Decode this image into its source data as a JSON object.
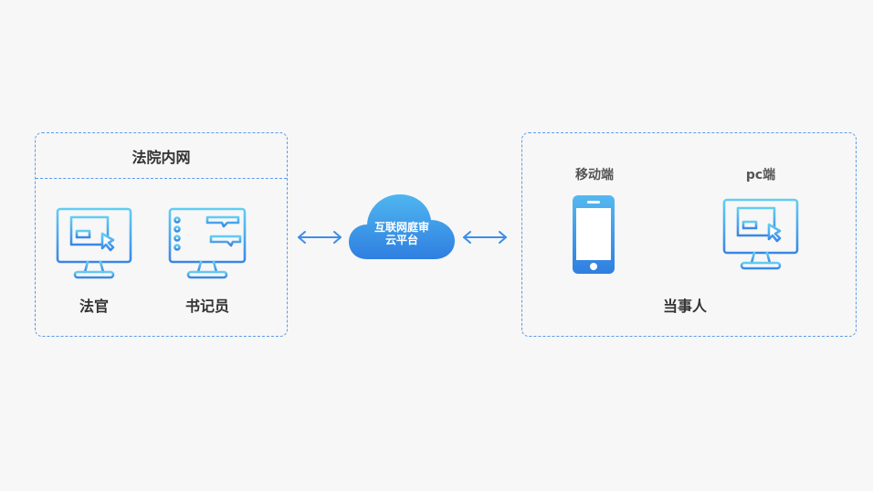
{
  "court_network": {
    "title": "法院内网",
    "judge_label": "法官",
    "clerk_label": "书记员"
  },
  "cloud": {
    "line1": "互联网庭审",
    "line2": "云平台"
  },
  "parties": {
    "mobile_label": "移动端",
    "pc_label": "pc端",
    "title": "当事人"
  },
  "colors": {
    "accent": "#3d8ee8",
    "border": "#5b9be8",
    "icon_light": "#5fc7f0",
    "icon_dark": "#3a86e6"
  }
}
